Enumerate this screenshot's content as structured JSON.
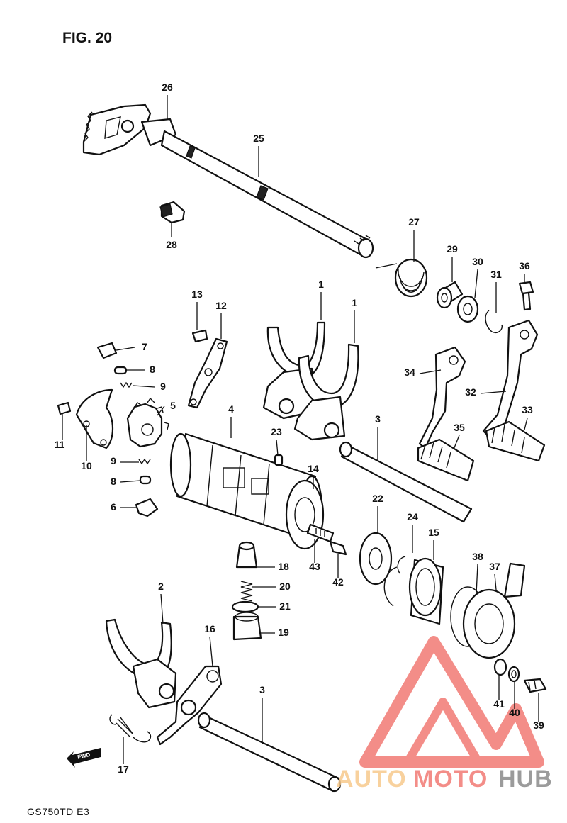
{
  "figure": {
    "title": "FIG. 20",
    "model": "GS750TD  E3"
  },
  "direction_marker": {
    "label": "FWD",
    "icon": "forward-arrow-icon"
  },
  "watermark": {
    "text_part1": "AUTO",
    "text_part2": "MOTO",
    "text_part3": "HUB",
    "colors": {
      "accent_light": "#f7c98d",
      "accent_red": "#f27a74",
      "accent_gray": "#8a8a8a"
    }
  },
  "callouts": [
    {
      "num": "26"
    },
    {
      "num": "25"
    },
    {
      "num": "28"
    },
    {
      "num": "27"
    },
    {
      "num": "29"
    },
    {
      "num": "30"
    },
    {
      "num": "31"
    },
    {
      "num": "36"
    },
    {
      "num": "13"
    },
    {
      "num": "12"
    },
    {
      "num": "1"
    },
    {
      "num": "1"
    },
    {
      "num": "7"
    },
    {
      "num": "8"
    },
    {
      "num": "9"
    },
    {
      "num": "5"
    },
    {
      "num": "11"
    },
    {
      "num": "10"
    },
    {
      "num": "34"
    },
    {
      "num": "32"
    },
    {
      "num": "33"
    },
    {
      "num": "35"
    },
    {
      "num": "4"
    },
    {
      "num": "23"
    },
    {
      "num": "3"
    },
    {
      "num": "9"
    },
    {
      "num": "8"
    },
    {
      "num": "6"
    },
    {
      "num": "14"
    },
    {
      "num": "22"
    },
    {
      "num": "24"
    },
    {
      "num": "15"
    },
    {
      "num": "38"
    },
    {
      "num": "37"
    },
    {
      "num": "18"
    },
    {
      "num": "20"
    },
    {
      "num": "21"
    },
    {
      "num": "19"
    },
    {
      "num": "43"
    },
    {
      "num": "42"
    },
    {
      "num": "2"
    },
    {
      "num": "16"
    },
    {
      "num": "3"
    },
    {
      "num": "17"
    },
    {
      "num": "41"
    },
    {
      "num": "40"
    },
    {
      "num": "39"
    }
  ]
}
